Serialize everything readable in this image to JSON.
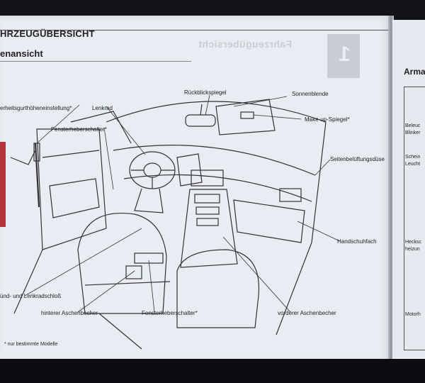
{
  "document": {
    "title": "HRZEUGÜBERSICHT",
    "subtitle": "enansicht",
    "mirrored_heading": "Fahrzeugübersicht",
    "tab_number": "1",
    "footnote": "* nur bestimmte Modelle"
  },
  "callouts": {
    "seatbelt_height": "erheitsgurthöheneinstellung*",
    "steering_wheel": "Lenkrad",
    "rearview_mirror": "Rückblickspiegel",
    "sun_visor": "Sonnenblende",
    "makeup_mirror": "Make-up-Spiegel*",
    "window_switch_front": "Fensterheberschalter*",
    "side_vent": "Seitenbelüftungsdüse",
    "glovebox": "Handschuhfach",
    "ignition_lock": "ünd- und Lenkradschloß",
    "rear_ashtray": "hinterer Aschenbecher",
    "window_switch_center": "Fensterheberschalter*",
    "front_ashtray": "vorderer Aschenbecher"
  },
  "right_page": {
    "title": "Arma",
    "labels": [
      "Beleuc",
      "Blinker",
      "Schein",
      "Leucht",
      "Hecksc",
      "heizun",
      "Motorh"
    ]
  }
}
